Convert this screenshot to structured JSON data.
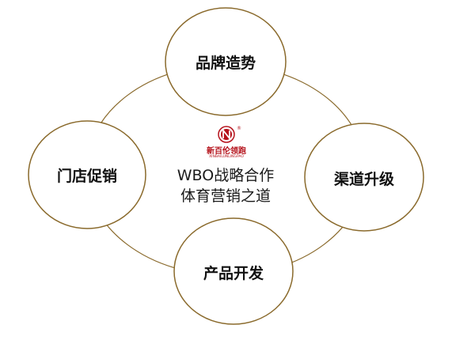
{
  "diagram": {
    "nodes": {
      "top": "品牌造势",
      "left": "门店促销",
      "right": "渠道升级",
      "bottom": "产品开发"
    },
    "center": {
      "line1": "WBO战略合作",
      "line2": "体育营销之道"
    },
    "logo": {
      "brand_text": "新百伦领跑",
      "sub_text": "XINBAILUNLINGPAO",
      "registered_mark": "®"
    }
  },
  "colors": {
    "node_stroke": "#8a6a2c",
    "ring_stroke": "#8a6a2c",
    "logo_red": "#b5121b"
  }
}
